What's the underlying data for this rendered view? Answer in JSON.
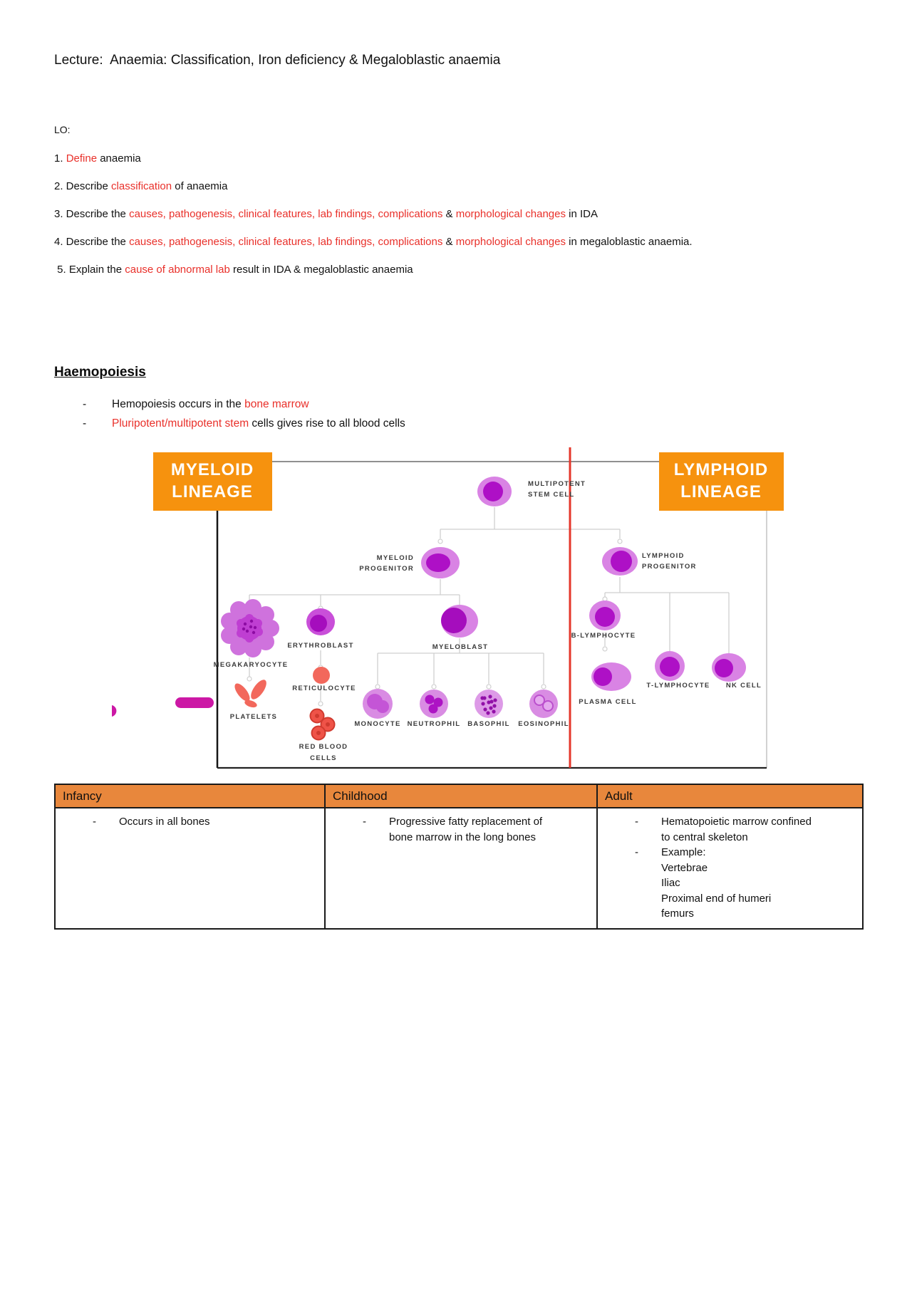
{
  "title": "Lecture:  Anaemia: Classification, Iron deficiency & Megaloblastic anaemia",
  "lo": {
    "label": "LO:",
    "items": [
      {
        "segments": [
          {
            "t": "1. "
          },
          {
            "t": "Define"
          },
          {
            "t": " anaemia"
          }
        ]
      },
      {
        "segments": [
          {
            "t": "2. Describe "
          },
          {
            "t": "classification"
          },
          {
            "t": " of anaemia"
          }
        ]
      },
      {
        "segments": [
          {
            "t": "3. Describe the "
          },
          {
            "t": "causes,"
          },
          {
            "t": " "
          },
          {
            "t": "pathogenesis,"
          },
          {
            "t": " "
          },
          {
            "t": "clinical features,"
          },
          {
            "t": " "
          },
          {
            "t": "lab findings,"
          },
          {
            "t": " "
          },
          {
            "t": "complications"
          },
          {
            "t": " & "
          },
          {
            "t": "morphological changes"
          },
          {
            "t": " in IDA"
          }
        ]
      },
      {
        "segments": [
          {
            "t": "4. Describe the "
          },
          {
            "t": "causes,"
          },
          {
            "t": " "
          },
          {
            "t": "pathogenesis,"
          },
          {
            "t": " "
          },
          {
            "t": "clinical features,"
          },
          {
            "t": " "
          },
          {
            "t": "lab findings,"
          },
          {
            "t": " "
          },
          {
            "t": "complications"
          },
          {
            "t": " & "
          },
          {
            "t": "morphological changes"
          },
          {
            "t": " in megaloblastic anaemia."
          }
        ]
      },
      {
        "segments": [
          {
            "t": " 5. Explain the "
          },
          {
            "t": "cause of abnormal lab"
          },
          {
            "t": " result in IDA & megaloblastic anaemia"
          }
        ]
      }
    ]
  },
  "section": {
    "heading": "Haemopoiesis"
  },
  "bullets": {
    "dash": "-",
    "items": [
      {
        "segments": [
          {
            "t": "Hemopoiesis occurs in the "
          },
          {
            "t": "bone marrow"
          }
        ]
      },
      {
        "segments": [
          {
            "t": "Pluripotent/multipotent stem"
          },
          {
            "t": " cells gives rise to all blood cells"
          }
        ]
      }
    ]
  },
  "diagram": {
    "myeloid_banner": [
      "MYELOID",
      "LINEAGE"
    ],
    "lymphoid_banner": [
      "LYMPHOID",
      "LINEAGE"
    ],
    "labels": {
      "multipotent": [
        "MULTIPOTENT",
        "STEM CELL"
      ],
      "myeloid_progenitor": [
        "MYELOID",
        "PROGENITOR"
      ],
      "lymphoid_progenitor": [
        "LYMPHOID",
        "PROGENITOR"
      ],
      "megakaryocyte": "MEGAKARYOCYTE",
      "erythroblast": "ERYTHROBLAST",
      "myeloblast": "MYELOBLAST",
      "b_lymphocyte": "B-LYMPHOCYTE",
      "platelets": "PLATELETS",
      "reticulocyte": "RETICULOCYTE",
      "red_blood_cells": [
        "RED BLOOD",
        "CELLS"
      ],
      "monocyte": "MONOCYTE",
      "neutrophil": "NEUTROPHIL",
      "basophil": "BASOPHIL",
      "eosinophil": "EOSINOPHIL",
      "plasma_cell": "PLASMA CELL",
      "t_lymphocyte": "T-LYMPHOCYTE",
      "nk_cell": "NK CELL"
    }
  },
  "table": {
    "dash": "-",
    "columns": [
      {
        "header": "Infancy",
        "rows": [
          {
            "lines": [
              "Occurs in all bones"
            ]
          }
        ]
      },
      {
        "header": "Childhood",
        "rows": [
          {
            "lines": [
              "Progressive fatty replacement of",
              "bone marrow in the long bones"
            ]
          }
        ]
      },
      {
        "header": "Adult",
        "rows": [
          {
            "lines": [
              "Hematopoietic marrow confined",
              "to central skeleton"
            ]
          },
          {
            "lines": [
              "Example:",
              "Vertebrae",
              "Iliac",
              "Proximal end of humeri",
              "femurs"
            ]
          }
        ]
      }
    ]
  },
  "colors": {
    "banner_orange": "#F6920E",
    "table_header_orange": "#E8873C",
    "red_text": "#E9302A",
    "divider_red": "#E5372B",
    "cell_purple_light": "#D983E4",
    "cell_purple_dark": "#AE10C6",
    "cell_salmon": "#F2685C",
    "rbc_red": "#EF5348",
    "magenta_shape": "#CC18A5"
  }
}
